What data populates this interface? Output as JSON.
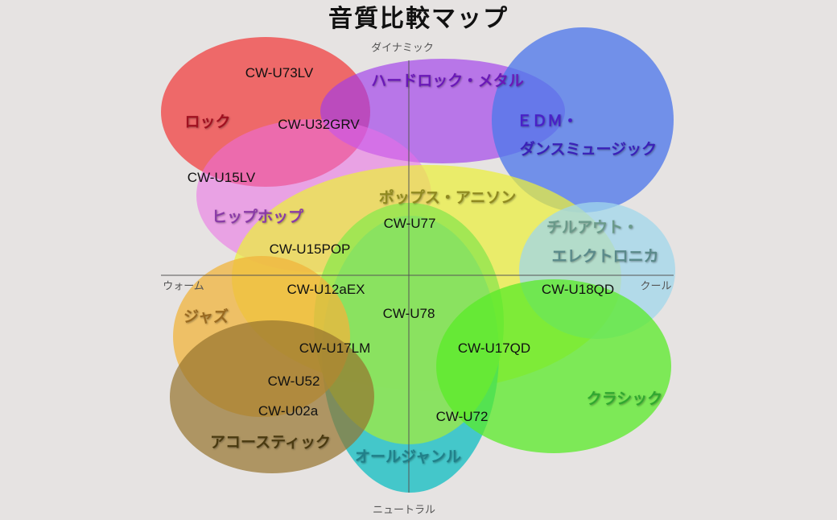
{
  "title": "音質比較マップ",
  "axes": {
    "top": "ダイナミック",
    "bottom": "ニュートラル",
    "left": "ウォーム",
    "right": "クール"
  },
  "genres": {
    "rock": {
      "label": "ロック",
      "color": "#f04646"
    },
    "hardrock": {
      "label": "ハードロック・メタル",
      "color": "#a03ce6"
    },
    "edm1": {
      "label": "ＥＤＭ・",
      "color": "#5078e6"
    },
    "edm2": {
      "label": "ダンスミュージック",
      "color": "#5078e6"
    },
    "hiphop": {
      "label": "ヒップホップ",
      "color": "#e678e6"
    },
    "pops": {
      "label": "ポップス・アニソン",
      "color": "#ebf03c"
    },
    "chill1": {
      "label": "チルアウト・",
      "color": "#a0d7eb"
    },
    "chill2": {
      "label": "エレクトロニカ",
      "color": "#a0d7eb"
    },
    "jazz": {
      "label": "ジャズ",
      "color": "#f0b43c"
    },
    "acoustic": {
      "label": "アコースティック",
      "color": "#967832"
    },
    "classic": {
      "label": "クラシック",
      "color": "#50e628"
    },
    "allgenre": {
      "label": "オールジャンル",
      "color": "#3cc8c8"
    }
  },
  "models": [
    "CW-U73LV",
    "CW-U32GRV",
    "CW-U15LV",
    "CW-U77",
    "CW-U15POP",
    "CW-U12aEX",
    "CW-U78",
    "CW-U17LM",
    "CW-U17QD",
    "CW-U18QD",
    "CW-U52",
    "CW-U02a",
    "CW-U72"
  ]
}
